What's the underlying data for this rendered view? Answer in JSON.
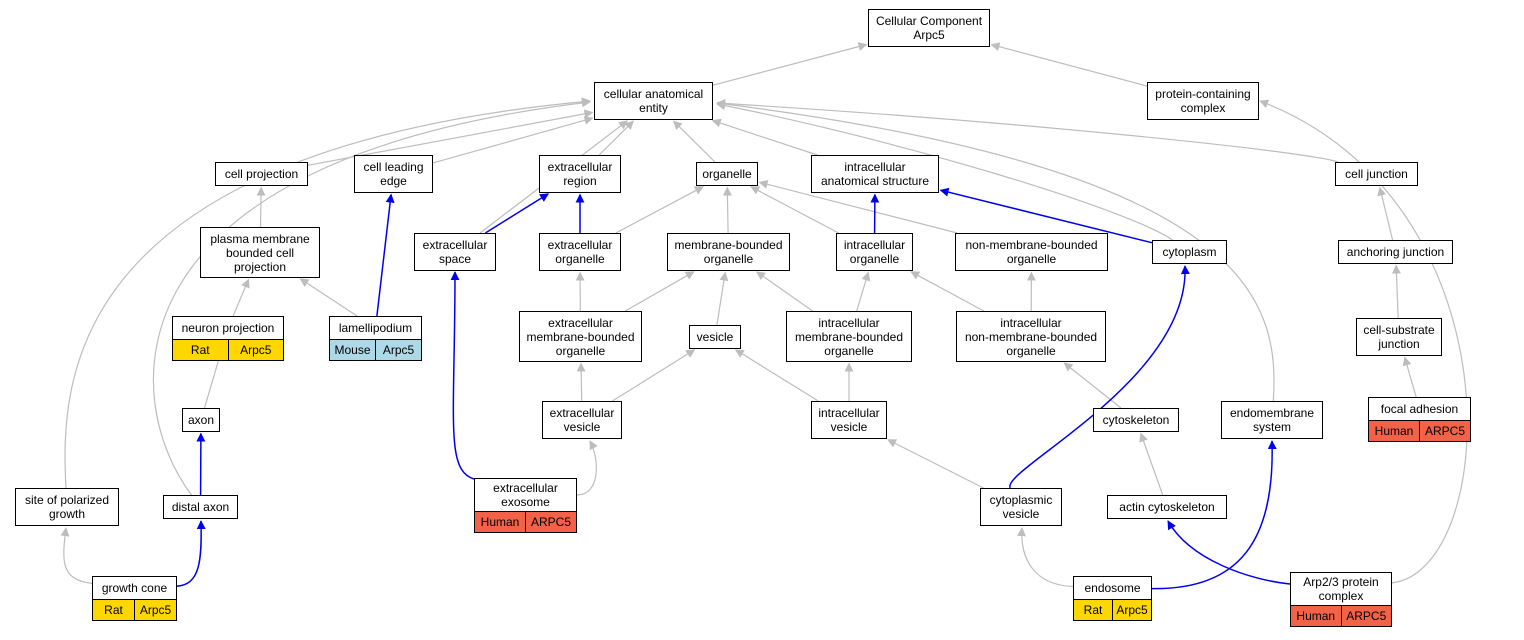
{
  "colors": {
    "is_a_edge": "#bdbdbd",
    "part_of_edge": "#0000ee",
    "rat_badge": "#ffd700",
    "mouse_badge": "#add8e6",
    "human_badge": "#f26248"
  },
  "nodes": {
    "cc_root": "Cellular Component\nArpc5",
    "cae": "cellular anatomical\nentity",
    "pcc": "protein-containing\ncomplex",
    "cell_projection": "cell projection",
    "cell_leading_edge": "cell leading\nedge",
    "extracellular_region": "extracellular\nregion",
    "organelle": "organelle",
    "ias": "intracellular\nanatomical structure",
    "cell_junction": "cell junction",
    "pmbcp": "plasma membrane\nbounded cell\nprojection",
    "extracellular_space": "extracellular\nspace",
    "extracellular_organelle": "extracellular\norganelle",
    "membrane_bounded_organelle": "membrane-bounded\norganelle",
    "intracellular_organelle": "intracellular\norganelle",
    "non_membrane_bounded_organelle": "non-membrane-bounded\norganelle",
    "cytoplasm": "cytoplasm",
    "anchoring_junction": "anchoring junction",
    "neuron_projection": "neuron projection",
    "lamellipodium": "lamellipodium",
    "ext_mbo": "extracellular\nmembrane-bounded\norganelle",
    "vesicle": "vesicle",
    "int_mbo": "intracellular\nmembrane-bounded\norganelle",
    "int_nmbo": "intracellular\nnon-membrane-bounded\norganelle",
    "cell_substrate_junction": "cell-substrate\njunction",
    "axon": "axon",
    "extracellular_vesicle": "extracellular\nvesicle",
    "intracellular_vesicle": "intracellular\nvesicle",
    "cytoskeleton": "cytoskeleton",
    "endomembrane_system": "endomembrane\nsystem",
    "focal_adhesion": "focal adhesion",
    "site_polarized_growth": "site of polarized\ngrowth",
    "distal_axon": "distal axon",
    "extracellular_exosome": "extracellular\nexosome",
    "cytoplasmic_vesicle": "cytoplasmic\nvesicle",
    "actin_cytoskeleton": "actin cytoskeleton",
    "growth_cone": "growth cone",
    "endosome": "endosome",
    "arp23": "Arp2/3 protein\ncomplex"
  },
  "annotations": {
    "neuron_projection": {
      "species": "Rat",
      "gene": "Arpc5",
      "color_key": "rat_badge"
    },
    "lamellipodium": {
      "species": "Mouse",
      "gene": "Arpc5",
      "color_key": "mouse_badge"
    },
    "focal_adhesion": {
      "species": "Human",
      "gene": "ARPC5",
      "color_key": "human_badge"
    },
    "extracellular_exosome": {
      "species": "Human",
      "gene": "ARPC5",
      "color_key": "human_badge"
    },
    "growth_cone": {
      "species": "Rat",
      "gene": "Arpc5",
      "color_key": "rat_badge"
    },
    "endosome": {
      "species": "Rat",
      "gene": "Arpc5",
      "color_key": "rat_badge"
    },
    "arp23": {
      "species": "Human",
      "gene": "ARPC5",
      "color_key": "human_badge"
    }
  },
  "edges": [
    [
      "cae",
      "cc_root",
      "is_a"
    ],
    [
      "pcc",
      "cc_root",
      "is_a"
    ],
    [
      "cell_projection",
      "cae",
      "is_a"
    ],
    [
      "cell_leading_edge",
      "cae",
      "is_a"
    ],
    [
      "extracellular_region",
      "cae",
      "is_a"
    ],
    [
      "organelle",
      "cae",
      "is_a"
    ],
    [
      "ias",
      "cae",
      "is_a"
    ],
    [
      "cell_junction",
      "cae",
      "is_a"
    ],
    [
      "extracellular_space",
      "cae",
      "is_a"
    ],
    [
      "cytoplasm",
      "cae",
      "is_a"
    ],
    [
      "site_polarized_growth",
      "cae",
      "is_a"
    ],
    [
      "distal_axon",
      "cae",
      "is_a"
    ],
    [
      "endomembrane_system",
      "cae",
      "is_a"
    ],
    [
      "arp23",
      "pcc",
      "is_a"
    ],
    [
      "pmbcp",
      "cell_projection",
      "is_a"
    ],
    [
      "neuron_projection",
      "pmbcp",
      "is_a"
    ],
    [
      "lamellipodium",
      "pmbcp",
      "is_a"
    ],
    [
      "axon",
      "neuron_projection",
      "is_a"
    ],
    [
      "lamellipodium",
      "cell_leading_edge",
      "part_of"
    ],
    [
      "extracellular_space",
      "extracellular_region",
      "part_of"
    ],
    [
      "extracellular_organelle",
      "extracellular_region",
      "part_of"
    ],
    [
      "extracellular_organelle",
      "organelle",
      "is_a"
    ],
    [
      "membrane_bounded_organelle",
      "organelle",
      "is_a"
    ],
    [
      "intracellular_organelle",
      "organelle",
      "is_a"
    ],
    [
      "non_membrane_bounded_organelle",
      "organelle",
      "is_a"
    ],
    [
      "intracellular_organelle",
      "ias",
      "part_of"
    ],
    [
      "cytoplasm",
      "ias",
      "part_of"
    ],
    [
      "ext_mbo",
      "extracellular_organelle",
      "is_a"
    ],
    [
      "ext_mbo",
      "membrane_bounded_organelle",
      "is_a"
    ],
    [
      "vesicle",
      "membrane_bounded_organelle",
      "is_a"
    ],
    [
      "int_mbo",
      "membrane_bounded_organelle",
      "is_a"
    ],
    [
      "int_mbo",
      "intracellular_organelle",
      "is_a"
    ],
    [
      "int_nmbo",
      "intracellular_organelle",
      "is_a"
    ],
    [
      "int_nmbo",
      "non_membrane_bounded_organelle",
      "is_a"
    ],
    [
      "extracellular_vesicle",
      "ext_mbo",
      "is_a"
    ],
    [
      "extracellular_vesicle",
      "vesicle",
      "is_a"
    ],
    [
      "intracellular_vesicle",
      "vesicle",
      "is_a"
    ],
    [
      "intracellular_vesicle",
      "int_mbo",
      "is_a"
    ],
    [
      "cytoskeleton",
      "int_nmbo",
      "is_a"
    ],
    [
      "extracellular_exosome",
      "extracellular_vesicle",
      "is_a"
    ],
    [
      "extracellular_exosome",
      "extracellular_space",
      "part_of"
    ],
    [
      "cytoplasmic_vesicle",
      "intracellular_vesicle",
      "is_a"
    ],
    [
      "cytoplasmic_vesicle",
      "cytoplasm",
      "part_of"
    ],
    [
      "actin_cytoskeleton",
      "cytoskeleton",
      "is_a"
    ],
    [
      "anchoring_junction",
      "cell_junction",
      "is_a"
    ],
    [
      "cell_substrate_junction",
      "anchoring_junction",
      "is_a"
    ],
    [
      "focal_adhesion",
      "cell_substrate_junction",
      "is_a"
    ],
    [
      "distal_axon",
      "axon",
      "part_of"
    ],
    [
      "growth_cone",
      "site_polarized_growth",
      "is_a"
    ],
    [
      "growth_cone",
      "distal_axon",
      "part_of"
    ],
    [
      "endosome",
      "cytoplasmic_vesicle",
      "is_a"
    ],
    [
      "endosome",
      "endomembrane_system",
      "part_of"
    ],
    [
      "arp23",
      "actin_cytoskeleton",
      "part_of"
    ]
  ]
}
